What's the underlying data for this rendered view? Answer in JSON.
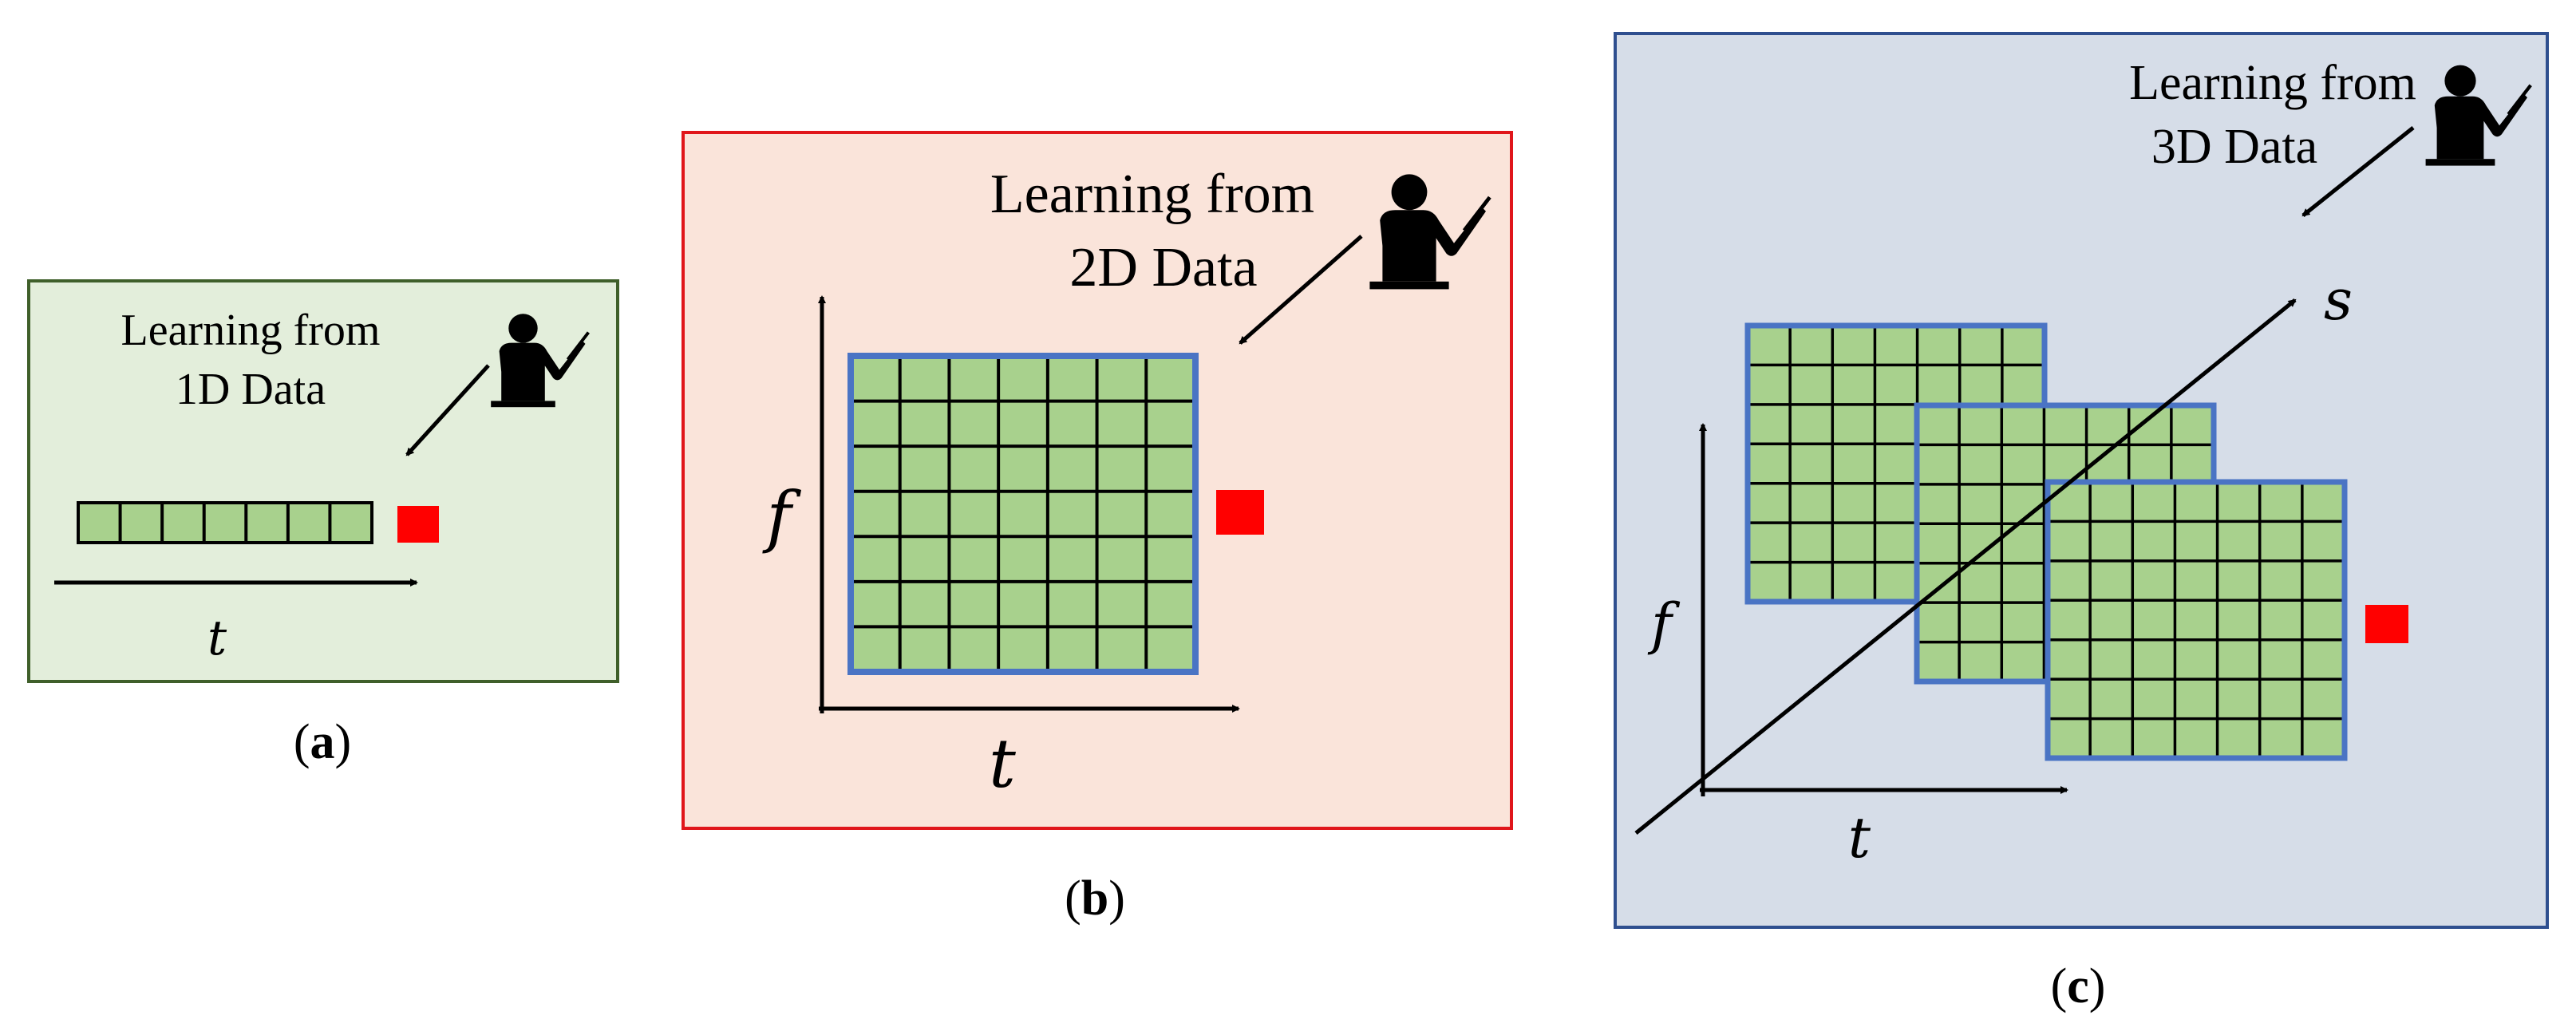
{
  "panels": {
    "a": {
      "caption_letter": "a",
      "title_line1": "Learning from",
      "title_line2": "1D Data",
      "axis_t": "t",
      "cells": 7
    },
    "b": {
      "caption_letter": "b",
      "title_line1": "Learning from",
      "title_line2": "2D Data",
      "axis_f": "f",
      "axis_t": "t",
      "grid_rows": 7,
      "grid_cols": 7
    },
    "c": {
      "caption_letter": "c",
      "title_line1": "Learning from",
      "title_line2": "3D Data",
      "axis_f": "f",
      "axis_t": "t",
      "axis_s": "s",
      "grid_rows": 7,
      "grid_cols": 7,
      "stacked_grids": 3
    }
  },
  "colors": {
    "panel_a_bg": "#e3eedb",
    "panel_a_border": "#3f5f2a",
    "panel_b_bg": "#fae4da",
    "panel_b_border": "#e0161b",
    "panel_c_bg": "#d6dde8",
    "panel_c_border": "#2f4f8f",
    "grid_fill": "#a8d18d",
    "grid_border": "#4a74c4",
    "marker": "#ff0000"
  },
  "icons": [
    "teacher-icon"
  ]
}
